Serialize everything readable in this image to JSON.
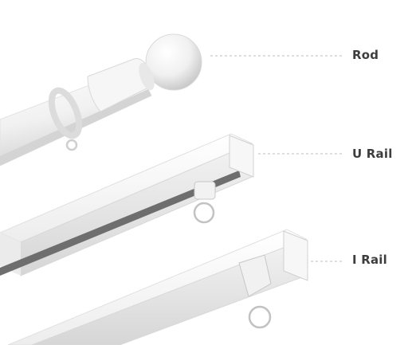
{
  "labels": {
    "rod": "Rod",
    "u_rail": "U Rail",
    "i_rail": "I Rail"
  },
  "colors": {
    "label_text": "#3d3d3d",
    "leader_line": "#bdbdbd",
    "product_white": "#f4f4f4",
    "product_shadow": "#cfcfcf"
  }
}
